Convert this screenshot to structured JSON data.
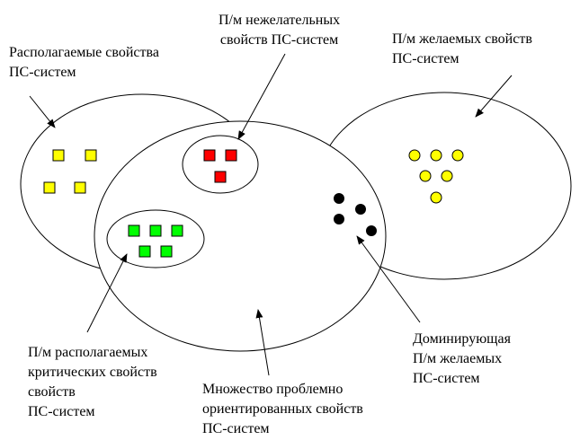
{
  "labels": {
    "available": [
      "Располагаемые свойства",
      "ПС-систем"
    ],
    "undesired": [
      "П/м нежелательных",
      "свойств ПС-систем"
    ],
    "desired": [
      "П/м желаемых свойств",
      "ПС-систем"
    ],
    "critical": [
      "П/м располагаемых",
      "критических свойств",
      "свойств",
      "ПС-систем"
    ],
    "problem": [
      "Множество проблемно",
      "ориентированных свойств",
      "ПС-систем"
    ],
    "dominant": [
      "Доминирующая",
      "П/м желаемых",
      "ПС-систем"
    ]
  },
  "colors": {
    "available_items": "#ffff00",
    "undesired_items": "#ff0000",
    "critical_items": "#00ff00",
    "desired_items": "#ffff00",
    "dominant_items": "#000000",
    "stroke": "#000000"
  }
}
